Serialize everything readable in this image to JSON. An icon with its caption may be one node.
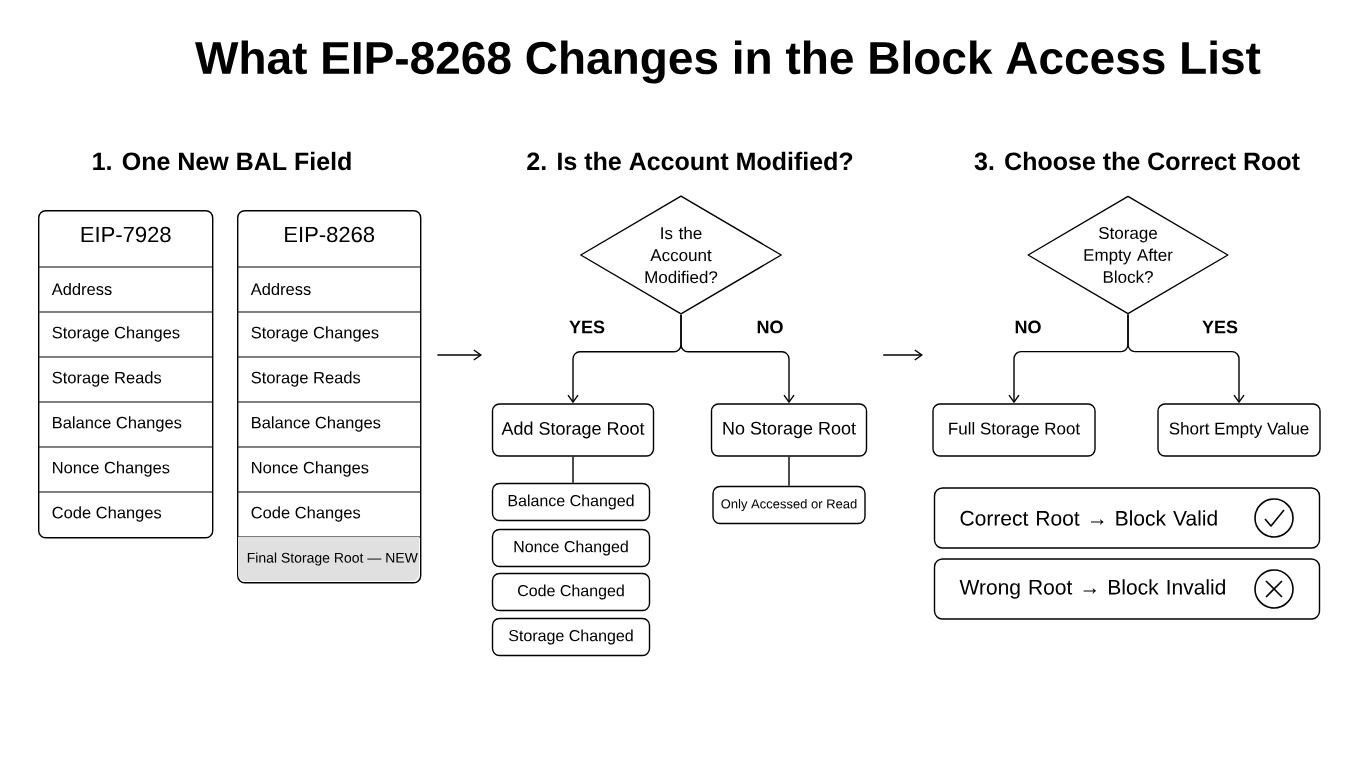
{
  "diagram": {
    "title": "What EIP-8268 Changes in the Block Access List",
    "nodes": [
      {
        "text": [
          "EIP-7928"
        ]
      },
      {
        "text": [
          "Address"
        ],
        "in": 0
      },
      {
        "text": [
          "Storage Changes"
        ],
        "in": 0
      },
      {
        "text": [
          "Storage Reads"
        ],
        "in": 0
      },
      {
        "text": [
          "Balance Changes"
        ],
        "in": 0
      },
      {
        "text": [
          "Nonce Changes"
        ],
        "in": 0
      },
      {
        "text": [
          "Code Changes"
        ],
        "in": 0
      },
      {
        "text": [
          "EIP-8268"
        ]
      },
      {
        "text": [
          "Address"
        ],
        "in": 7
      },
      {
        "text": [
          "Storage Changes"
        ],
        "in": 7
      },
      {
        "text": [
          "Storage Reads"
        ],
        "in": 7
      },
      {
        "text": [
          "Balance Changes"
        ],
        "in": 7
      },
      {
        "text": [
          "Nonce Changes"
        ],
        "in": 7
      },
      {
        "text": [
          "Code Changes"
        ],
        "in": 7
      },
      {
        "text": [
          "Final Storage Root — NEW"
        ],
        "in": 7
      },
      {
        "text": [
          "Is the Account Modified?"
        ]
      },
      {
        "text": [
          "Add Storage Root"
        ]
      },
      {
        "text": [
          "No Storage Root"
        ]
      },
      {
        "text": [
          "Balance Changed"
        ]
      },
      {
        "text": [
          "Nonce Changed"
        ]
      },
      {
        "text": [
          "Code Changed"
        ]
      },
      {
        "text": [
          "Storage Changed"
        ]
      },
      {
        "text": [
          "Only Accessed or Read"
        ]
      },
      {
        "text": [
          "Storage Empty After Block?"
        ]
      },
      {
        "text": [
          "Full Storage Root"
        ]
      },
      {
        "text": [
          "Short Empty Value"
        ]
      },
      {
        "text": [
          "Correct Root → Block Valid"
        ]
      },
      {
        "text": [
          "Wrong Root → Block Invalid"
        ]
      }
    ],
    "edges": [
      {
        "from": 7,
        "to": 16,
        "arrow": "to"
      },
      {
        "from": 15,
        "to": 16,
        "arrow": "to",
        "label": "YES"
      },
      {
        "from": 15,
        "to": 17,
        "arrow": "to",
        "label": "NO"
      },
      {
        "from": 16,
        "to": 18,
        "arrow": "none"
      },
      {
        "from": 17,
        "to": 22,
        "arrow": "none"
      },
      {
        "from": 17,
        "to": 24,
        "arrow": "to"
      },
      {
        "from": 23,
        "to": 24,
        "arrow": "to",
        "label": "NO"
      },
      {
        "from": 23,
        "to": 25,
        "arrow": "to",
        "label": "YES"
      }
    ],
    "labels": [
      "1. One New BAL Field",
      "2. Is the Account Modified?",
      "3. Choose the Correct Root"
    ]
  }
}
